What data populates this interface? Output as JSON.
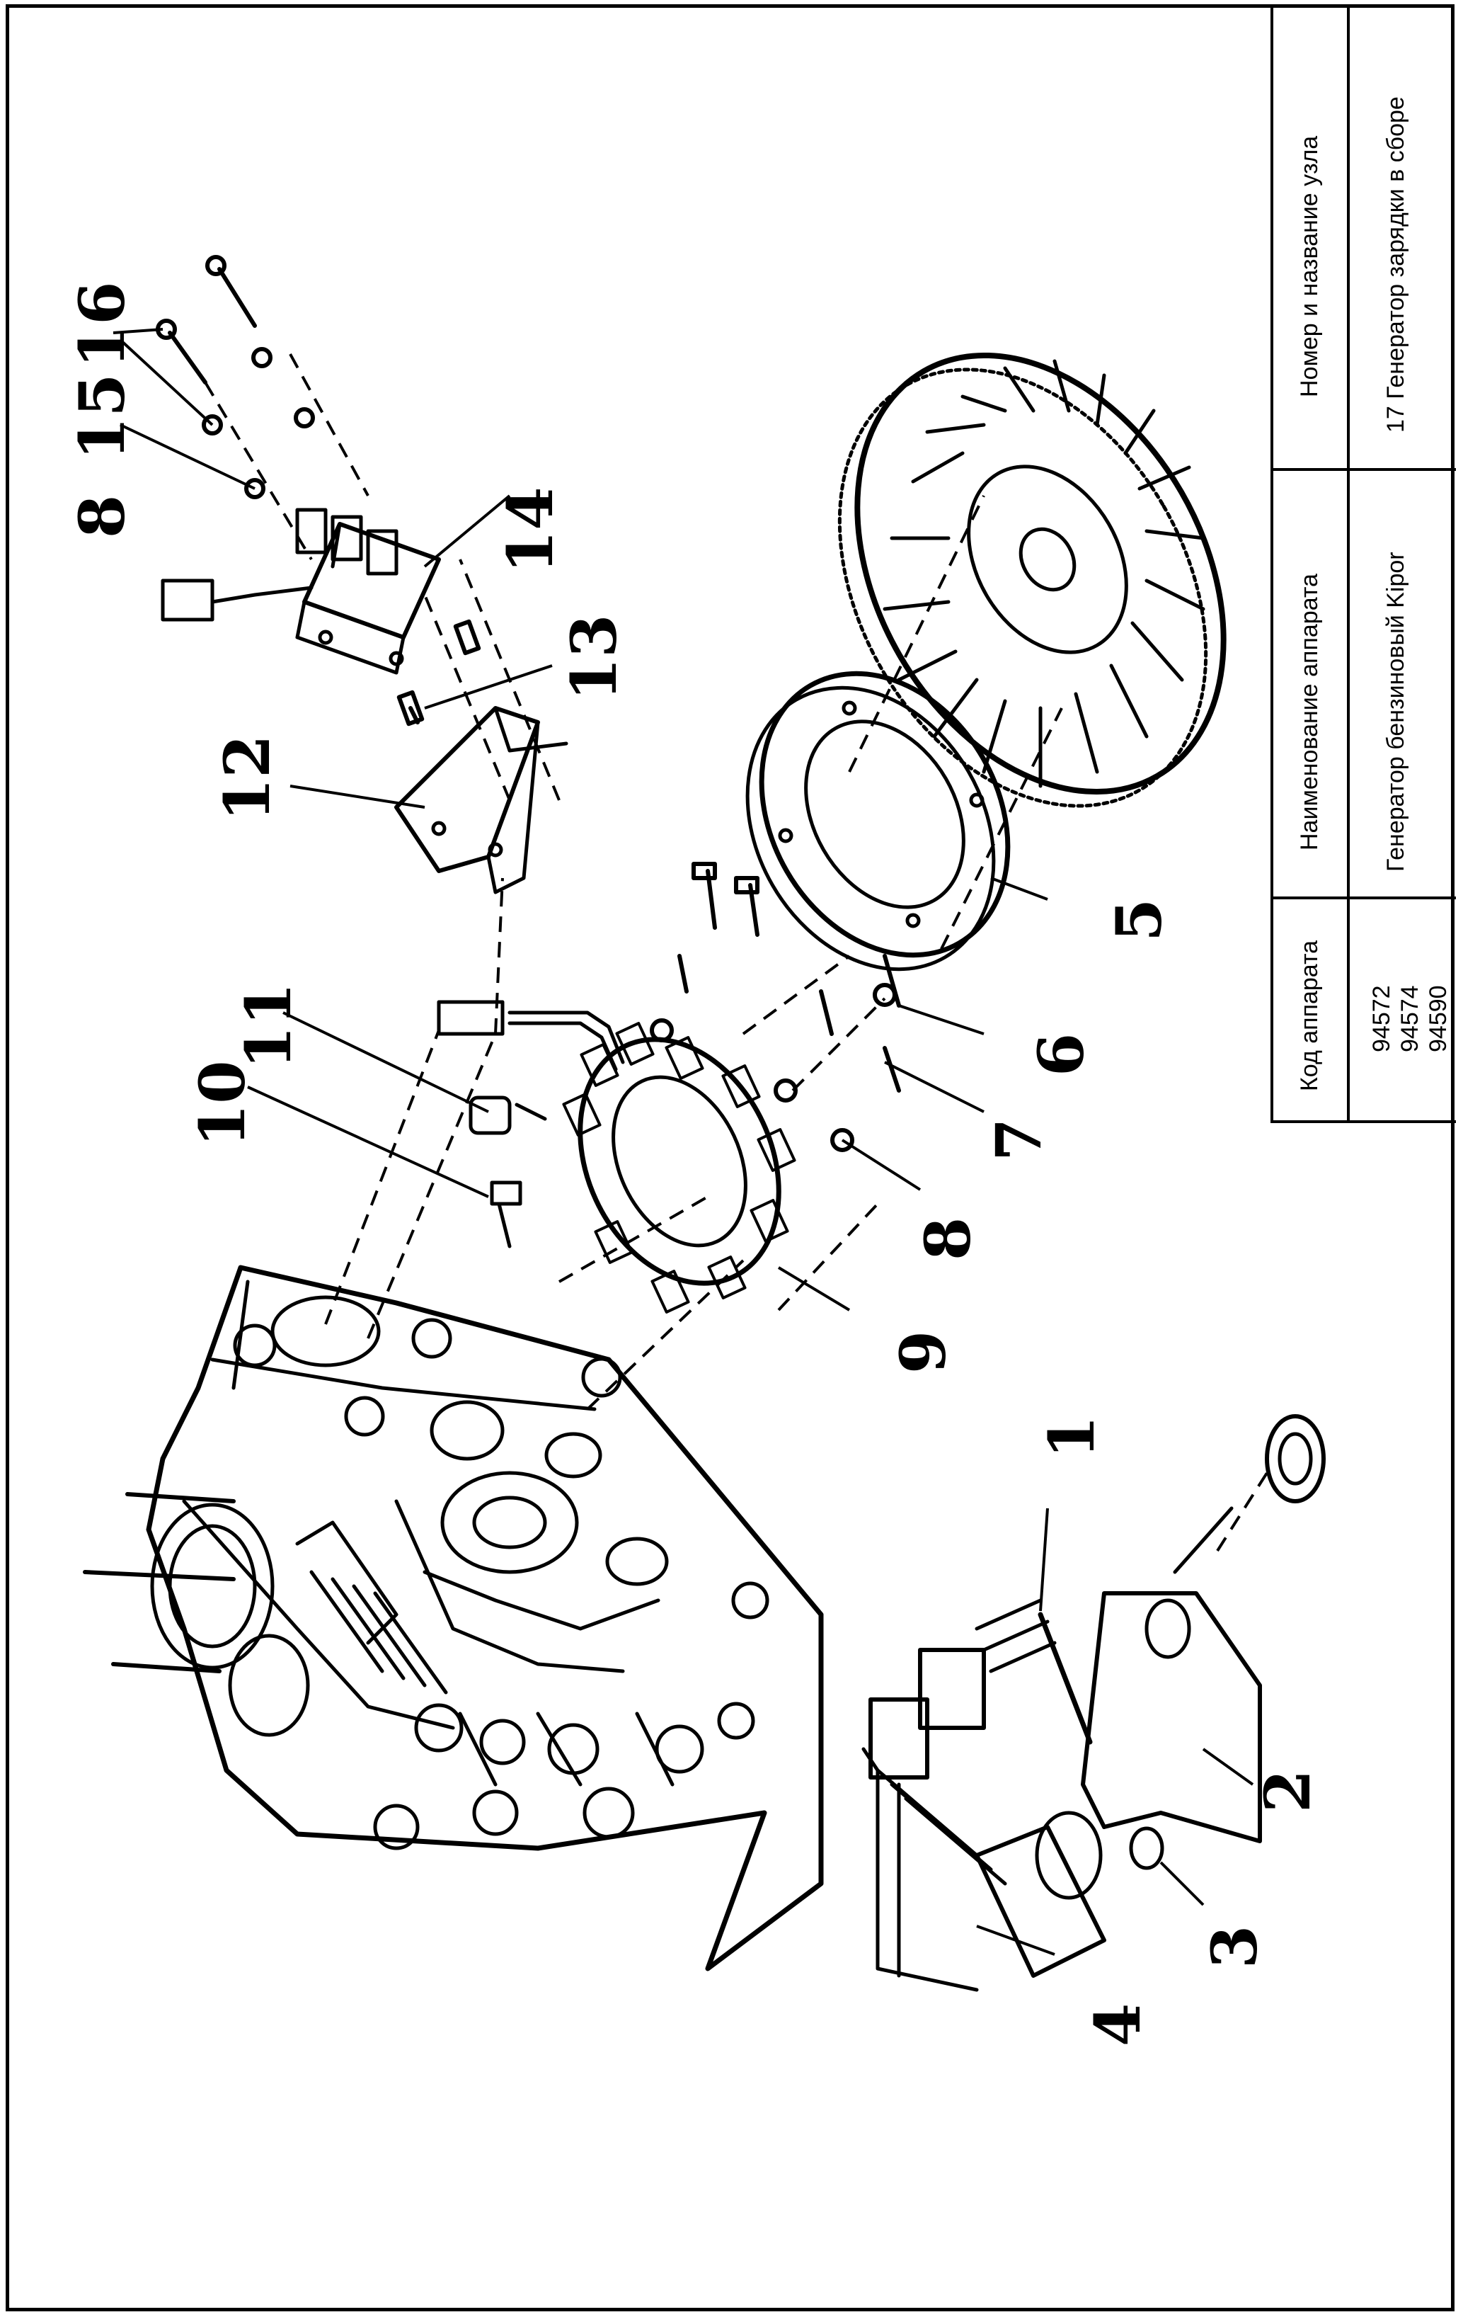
{
  "title_block": {
    "col_code_header": "Код аппарата",
    "col_name_header": "Наименование аппарата",
    "col_unit_header": "Номер и название узла",
    "codes": [
      "94572",
      "94574",
      "94590"
    ],
    "device_name": "Генератор бензиновый Kipor",
    "unit_name": "17 Генератор зарядки в сборе"
  },
  "callouts": [
    {
      "id": "c1",
      "label": "1"
    },
    {
      "id": "c2",
      "label": "2"
    },
    {
      "id": "c3",
      "label": "3"
    },
    {
      "id": "c4",
      "label": "4"
    },
    {
      "id": "c5",
      "label": "5"
    },
    {
      "id": "c6",
      "label": "6"
    },
    {
      "id": "c7",
      "label": "7"
    },
    {
      "id": "c8a",
      "label": "8"
    },
    {
      "id": "c8b",
      "label": "8"
    },
    {
      "id": "c9",
      "label": "9"
    },
    {
      "id": "c10",
      "label": "10"
    },
    {
      "id": "c11",
      "label": "11"
    },
    {
      "id": "c12",
      "label": "12"
    },
    {
      "id": "c13",
      "label": "13"
    },
    {
      "id": "c14",
      "label": "14"
    },
    {
      "id": "c15",
      "label": "15"
    },
    {
      "id": "c16",
      "label": "16"
    }
  ]
}
